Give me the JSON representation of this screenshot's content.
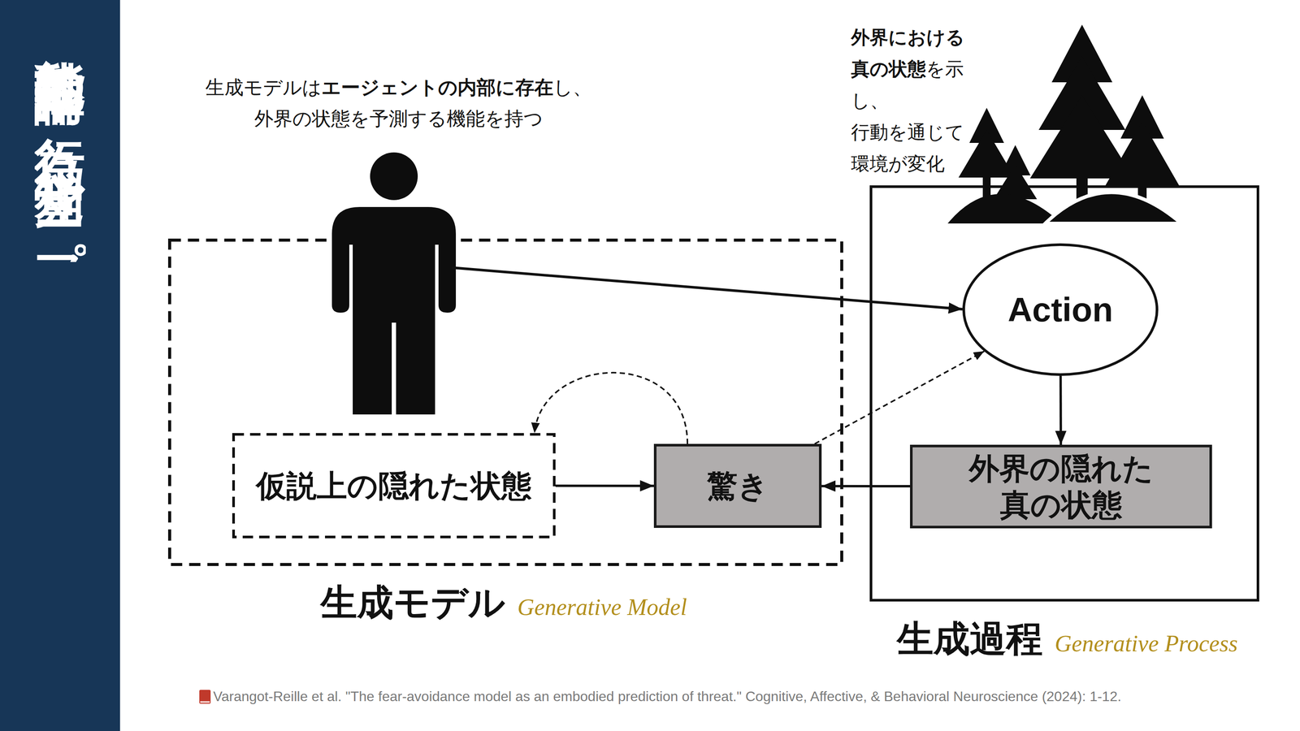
{
  "diagram": {
    "title": "能動的推論の行為-知覚ループ",
    "nodes": [
      {
        "text": [
          "生成モデル",
          "Generative Model"
        ]
      },
      {
        "text": [
          "仮説上の隠れた状態"
        ],
        "in": 0
      },
      {
        "text": [
          "驚き"
        ],
        "in": 0
      },
      {
        "text": [
          "生成過程",
          "Generative Process"
        ]
      },
      {
        "text": [
          "Action"
        ],
        "in": 3
      },
      {
        "text": [
          "外界の隠れた 真の状態"
        ],
        "in": 3
      }
    ],
    "edges": [
      {
        "from": 1,
        "to": 2,
        "arrow": "to"
      },
      {
        "from": 2,
        "to": 1,
        "arrow": "to"
      },
      {
        "from": 2,
        "to": 4,
        "arrow": "to"
      },
      {
        "from": 4,
        "to": 5,
        "arrow": "to"
      },
      {
        "from": 5,
        "to": 2,
        "arrow": "to"
      }
    ],
    "labels": [
      "生成モデルは",
      "エージェントの内部に存在",
      "し、",
      "外界の状態を予測する機能を持つ",
      "外界における真の状態",
      "を示し、",
      "行動を通じて",
      "環境が変化",
      "Varangot-Reille et al. \"The fear-avoidance model as an embodied prediction of threat.\" Cognitive, Affective, & Behavioral Neuroscience (2024): 1-12."
    ]
  }
}
